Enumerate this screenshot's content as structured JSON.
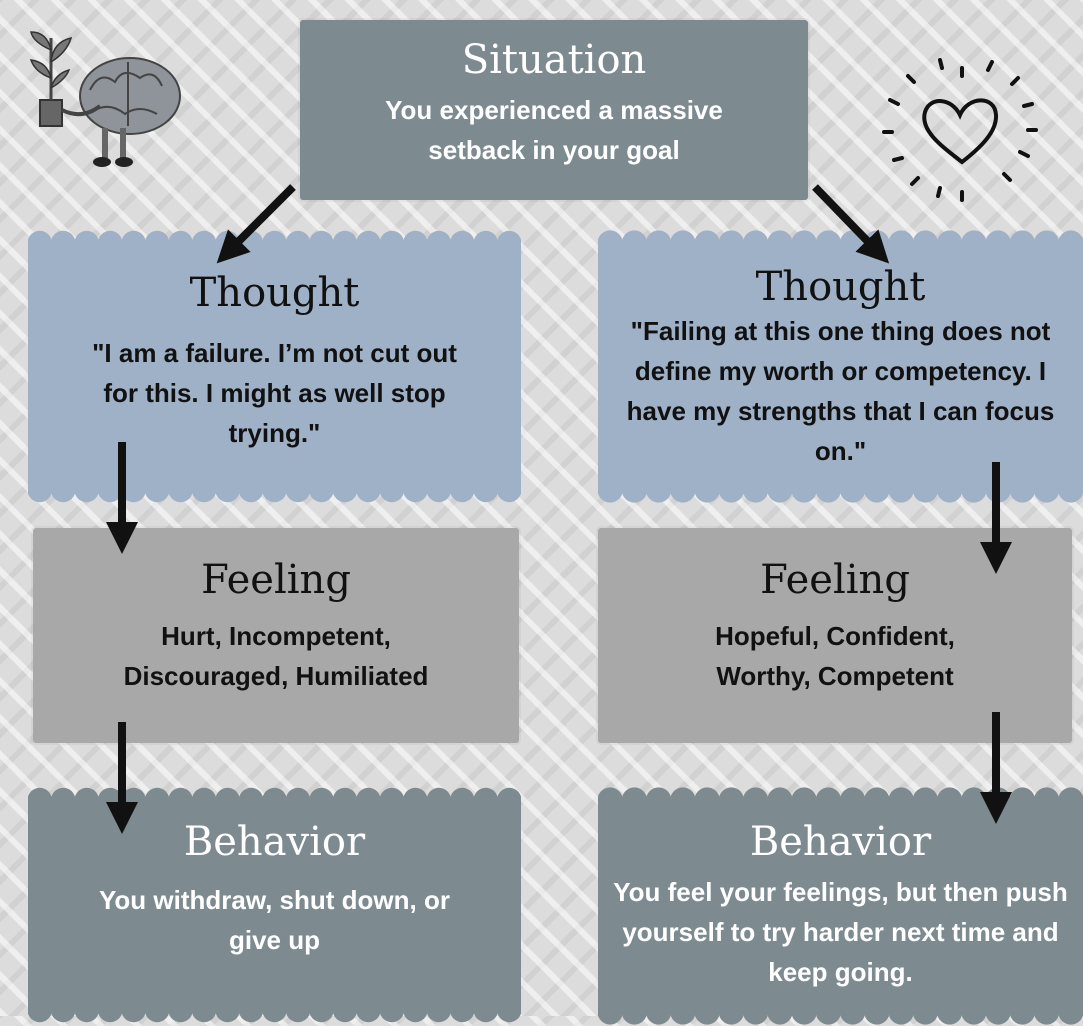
{
  "colors": {
    "situation_bg": "#7d8b91",
    "thought_bg": "#9fb1c7",
    "feeling_bg": "#a8a8a8",
    "behavior_bg": "#7d8b91",
    "arrow": "#111111"
  },
  "icons": {
    "left": "brain-with-plant-icon",
    "right": "heart-with-rays-icon"
  },
  "situation": {
    "title": "Situation",
    "text": "You experienced a massive setback in your goal"
  },
  "left": {
    "thought_title": "Thought",
    "thought_text": "\"I am a failure. I’m not cut out for this. I might as well stop trying.\"",
    "feeling_title": "Feeling",
    "feeling_text": "Hurt, Incompetent, Discouraged, Humiliated",
    "behavior_title": "Behavior",
    "behavior_text": "You withdraw, shut down, or give up"
  },
  "right": {
    "thought_title": "Thought",
    "thought_text": "\"Failing at this one thing does not define my worth or competency. I have my strengths that I can focus on.\"",
    "feeling_title": "Feeling",
    "feeling_text": "Hopeful, Confident, Worthy, Competent",
    "behavior_title": "Behavior",
    "behavior_text": "You feel your feelings, but then push yourself to try harder next time and keep going."
  }
}
